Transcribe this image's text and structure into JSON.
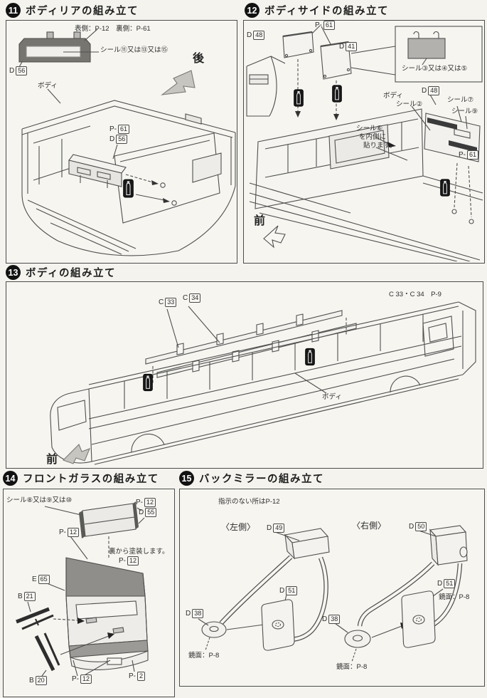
{
  "colors": {
    "paper": "#f4f3ee",
    "panel_bg": "#f6f5f0",
    "line": "#4f4f4f",
    "dark_fill": "#76756f",
    "arrow_gray": "#c6c5c0",
    "black": "#151515"
  },
  "icons": {
    "cement": "glue-bottle-icon",
    "rear_arrow": "solid-arrow-icon",
    "front_arrow_13": "solid-arrow-icon",
    "front_arrow_12": "outline-arrow-icon"
  },
  "s11": {
    "num": "11",
    "title": "ボディリアの組み立て",
    "paint_note": "表側：P-12　裏側：P-61",
    "seal_note": "シール⑪又は⑬又は⑮",
    "body_label": "ボディ",
    "dir_rear": "後",
    "d56": {
      "pre": "D",
      "num": "56"
    },
    "p61": {
      "pre": "P-",
      "num": "61"
    },
    "d56b": {
      "pre": "D",
      "num": "56"
    }
  },
  "s12": {
    "num": "12",
    "title": "ボディサイドの組み立て",
    "inset_seal_note": "シール③又は④又は⑤",
    "body_label": "ボディ",
    "seal2": "シール②",
    "seal7": "シール⑦",
    "seal9": "シール⑨",
    "seal6_l1": "シール⑥",
    "seal6_l2": "を内側に",
    "seal6_l3": "貼ります。",
    "dir_front": "前",
    "p61a": {
      "pre": "P-",
      "num": "61"
    },
    "d48a": {
      "pre": "D",
      "num": "48"
    },
    "d41": {
      "pre": "D",
      "num": "41"
    },
    "d48b": {
      "pre": "D",
      "num": "48"
    },
    "p61b": {
      "pre": "P-",
      "num": "61"
    }
  },
  "s13": {
    "num": "13",
    "title": "ボディの組み立て",
    "top_note": "C 33・C 34　P-9",
    "body_label": "ボディ",
    "dir_front": "前",
    "c33": {
      "pre": "C",
      "num": "33"
    },
    "c34": {
      "pre": "C",
      "num": "34"
    }
  },
  "s14": {
    "num": "14",
    "title": "フロントガラスの組み立て",
    "seal_note": "シール⑧又は⑨又は⑩",
    "paint_note": "裏から塗装します。",
    "p12a": {
      "pre": "P-",
      "num": "12"
    },
    "d55": {
      "pre": "D",
      "num": "55"
    },
    "p12b": {
      "pre": "P-",
      "num": "12"
    },
    "p12paint": {
      "pre": "P-",
      "num": "12"
    },
    "e65": {
      "pre": "E",
      "num": "65"
    },
    "b21": {
      "pre": "B",
      "num": "21"
    },
    "b20": {
      "pre": "B",
      "num": "20"
    },
    "p12c": {
      "pre": "P-",
      "num": "12"
    },
    "p2": {
      "pre": "P-",
      "num": "2"
    }
  },
  "s15": {
    "num": "15",
    "title": "バックミラーの組み立て",
    "default_note": "指示のない所はP-12",
    "left_label": "〈左側〉",
    "right_label": "〈右側〉",
    "mirror_note_l": "鏡面：P-8",
    "mirror_note_r1": "鏡面：P-8",
    "mirror_note_r2": "鏡面：P-8",
    "d49": {
      "pre": "D",
      "num": "49"
    },
    "d50": {
      "pre": "D",
      "num": "50"
    },
    "d38a": {
      "pre": "D",
      "num": "38"
    },
    "d38b": {
      "pre": "D",
      "num": "38"
    },
    "d51a": {
      "pre": "D",
      "num": "51"
    },
    "d51b": {
      "pre": "D",
      "num": "51"
    }
  }
}
